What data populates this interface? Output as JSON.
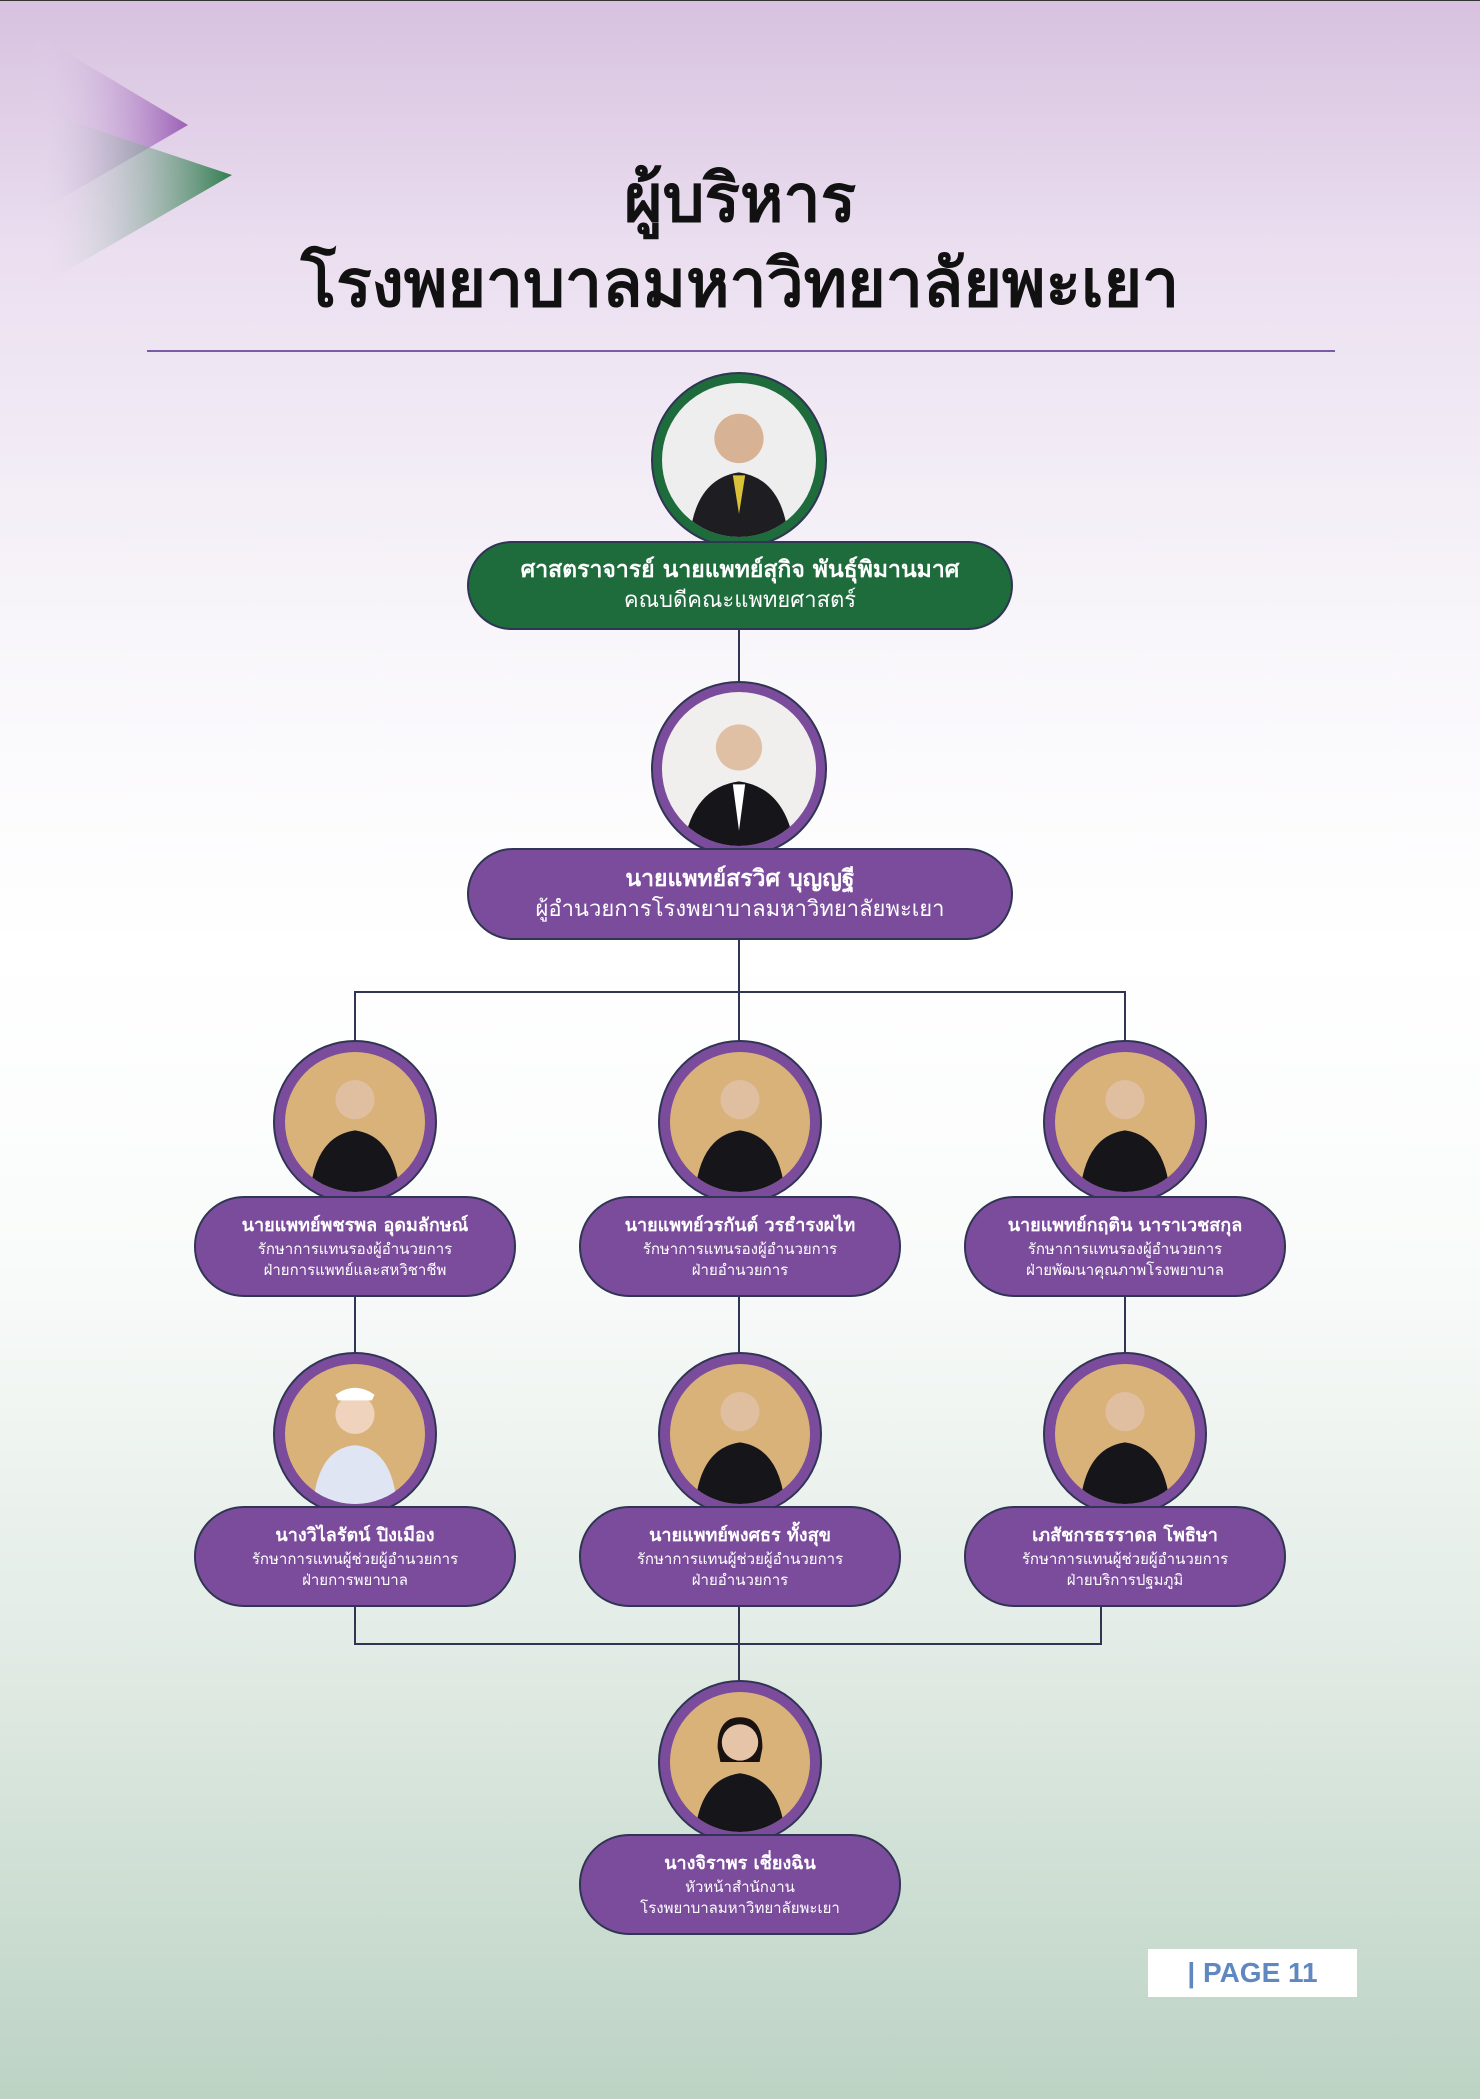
{
  "header": {
    "title_line1": "ผู้บริหาร",
    "title_line2": "โรงพยาบาลมหาวิทยาลัยพะเยา"
  },
  "colors": {
    "green": "#1e6b3c",
    "purple": "#7b4c9c",
    "photo_bg": "#d9b27a"
  },
  "dean": {
    "name": "ศาสตราจารย์ นายแพทย์สุกิจ พันธุ์พิมานมาศ",
    "role": "คณบดีคณะแพทยศาสตร์"
  },
  "director": {
    "name": "นายแพทย์สรวิศ บุญญฐี",
    "role": "ผู้อำนวยการโรงพยาบาลมหาวิทยาลัยพะเยา"
  },
  "deputies": [
    {
      "name": "นายแพทย์พชรพล อุดมลักษณ์",
      "role1": "รักษาการแทนรองผู้อำนวยการ",
      "role2": "ฝ่ายการแพทย์และสหวิชาชีพ"
    },
    {
      "name": "นายแพทย์วรกันต์ วรธำรงผไท",
      "role1": "รักษาการแทนรองผู้อำนวยการ",
      "role2": "ฝ่ายอำนวยการ"
    },
    {
      "name": "นายแพทย์กฤติน นาราเวชสกุล",
      "role1": "รักษาการแทนรองผู้อำนวยการ",
      "role2": "ฝ่ายพัฒนาคุณภาพโรงพยาบาล"
    }
  ],
  "assistants": [
    {
      "name": "นางวิไลรัตน์ ปิงเมือง",
      "role1": "รักษาการแทนผู้ช่วยผู้อำนวยการ",
      "role2": "ฝ่ายการพยาบาล"
    },
    {
      "name": "นายแพทย์พงศธร ทั้งสุข",
      "role1": "รักษาการแทนผู้ช่วยผู้อำนวยการ",
      "role2": "ฝ่ายอำนวยการ"
    },
    {
      "name": "เภสัชกรธรราดล โพธิษา",
      "role1": "รักษาการแทนผู้ช่วยผู้อำนวยการ",
      "role2": "ฝ่ายบริการปฐมภูมิ"
    }
  ],
  "office_head": {
    "name": "นางจิราพร เชี่ยงฉิน",
    "role1": "หัวหน้าสำนักงาน",
    "role2": "โรงพยาบาลมหาวิทยาลัยพะเยา"
  },
  "footer": {
    "page_label": "| PAGE 11"
  }
}
